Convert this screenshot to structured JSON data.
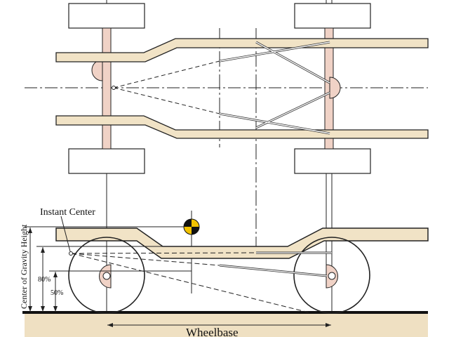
{
  "labels": {
    "instant_center": "Instant Center",
    "cg_height": "Center of Gravity Height",
    "pct_80": "80%",
    "pct_50": "50%",
    "wheelbase": "Wheelbase"
  },
  "colors": {
    "frame": "#f1e3c6",
    "axle": "#f0d2c6",
    "ground": "#efe0c2",
    "cg_yellow": "#f2c200"
  }
}
